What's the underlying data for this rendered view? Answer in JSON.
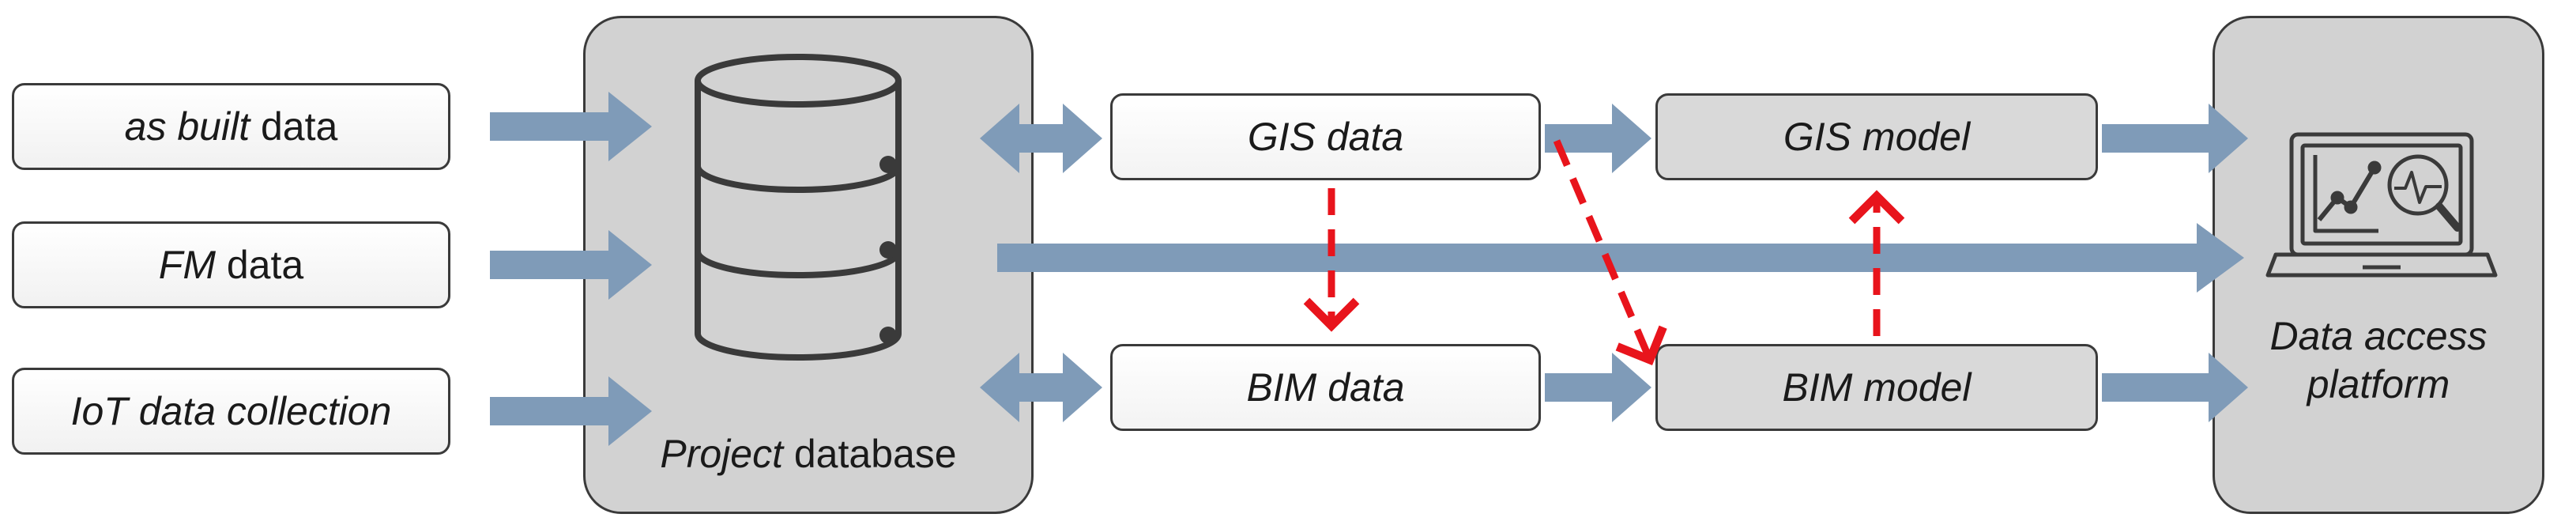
{
  "inputs": {
    "as_built": {
      "em": "as built",
      "rest": " data"
    },
    "fm": {
      "em": "FM",
      "rest": " data"
    },
    "iot": {
      "em": "IoT data collection",
      "rest": ""
    }
  },
  "project_db": {
    "em": "Project",
    "rest": " database"
  },
  "gis_data": {
    "label": "GIS data"
  },
  "bim_data": {
    "label": "BIM data"
  },
  "gis_model": {
    "label": "GIS model"
  },
  "bim_model": {
    "label": "BIM model"
  },
  "platform": {
    "line1": "Data access",
    "line2": "platform"
  },
  "icons": {
    "database": "database-stack-icon",
    "platform": "laptop-analytics-icon"
  },
  "colors": {
    "flow_arrow": "#7f9bb8",
    "relation_arrow": "#e8141c",
    "container_fill": "#d2d2d2",
    "model_fill": "#d9d9d9",
    "border": "#3a3a3a"
  }
}
